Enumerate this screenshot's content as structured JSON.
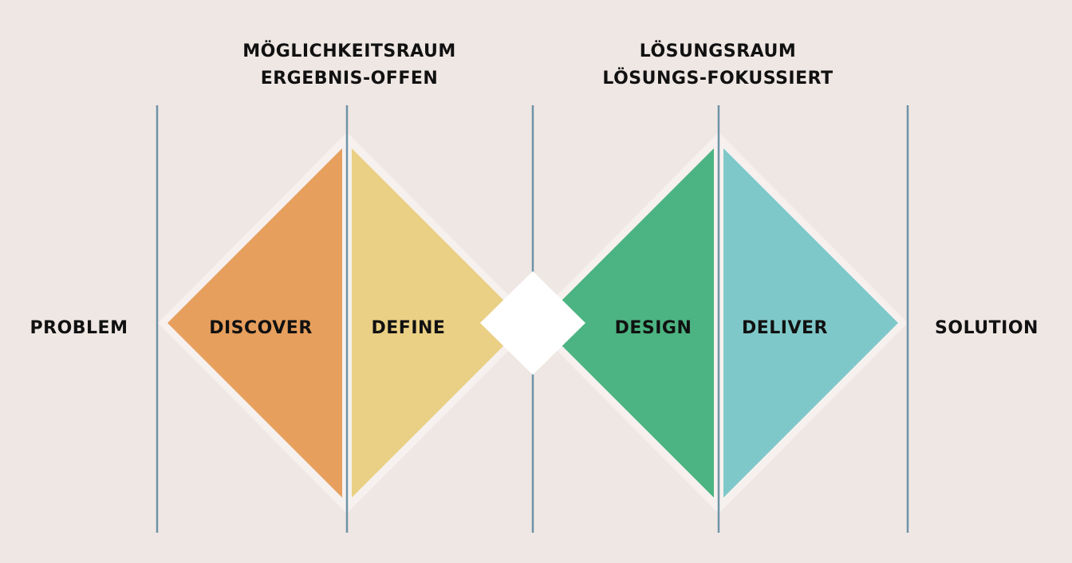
{
  "headers": {
    "left": {
      "line1": "MÖGLICHKEITSRAUM",
      "line2": "ERGEBNIS-OFFEN"
    },
    "right": {
      "line1": "LÖSUNGSRAUM",
      "line2": "LÖSUNGS-FOKUSSIERT"
    }
  },
  "start_label": "PROBLEM",
  "end_label": "SOLUTION",
  "phases": [
    {
      "label": "DISCOVER",
      "color": "#e79f5d"
    },
    {
      "label": "DEFINE",
      "color": "#ead085"
    },
    {
      "label": "DESIGN",
      "color": "#4cb482"
    },
    {
      "label": "DELIVER",
      "color": "#7fc8c9"
    }
  ],
  "colors": {
    "background": "#efe7e3",
    "divider_lines": "#6e93a8",
    "diamond_outline": "#f6f1ef",
    "center_diamond": "#ffffff",
    "text": "#111111"
  }
}
